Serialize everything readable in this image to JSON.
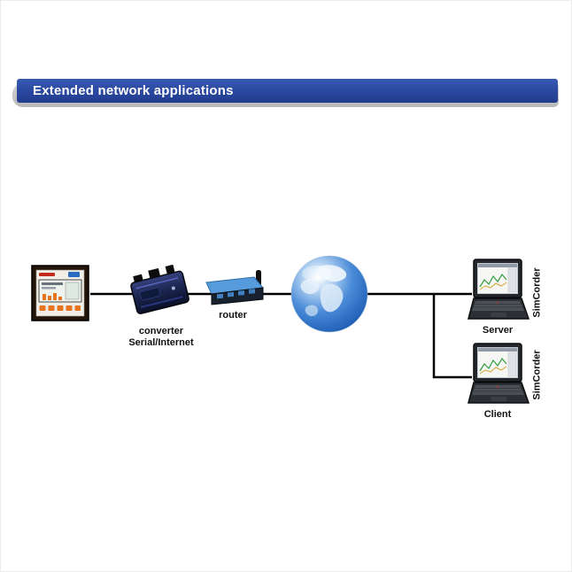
{
  "header": {
    "title": "Extended network applications"
  },
  "diagram": {
    "converter": {
      "label_line1": "converter",
      "label_line2": "Serial/Internet"
    },
    "router": {
      "label": "router"
    },
    "server": {
      "label": "Server",
      "side_label": "SimCorder"
    },
    "client": {
      "label": "Client",
      "side_label": "SimCorder"
    }
  },
  "colors": {
    "header_bg": "#2a47a0",
    "header_shadow": "#bdbdbd",
    "wire": "#000000",
    "globe_blue": "#1d5cb4",
    "meter_accent_orange": "#e8731e",
    "label_text": "#111111"
  }
}
